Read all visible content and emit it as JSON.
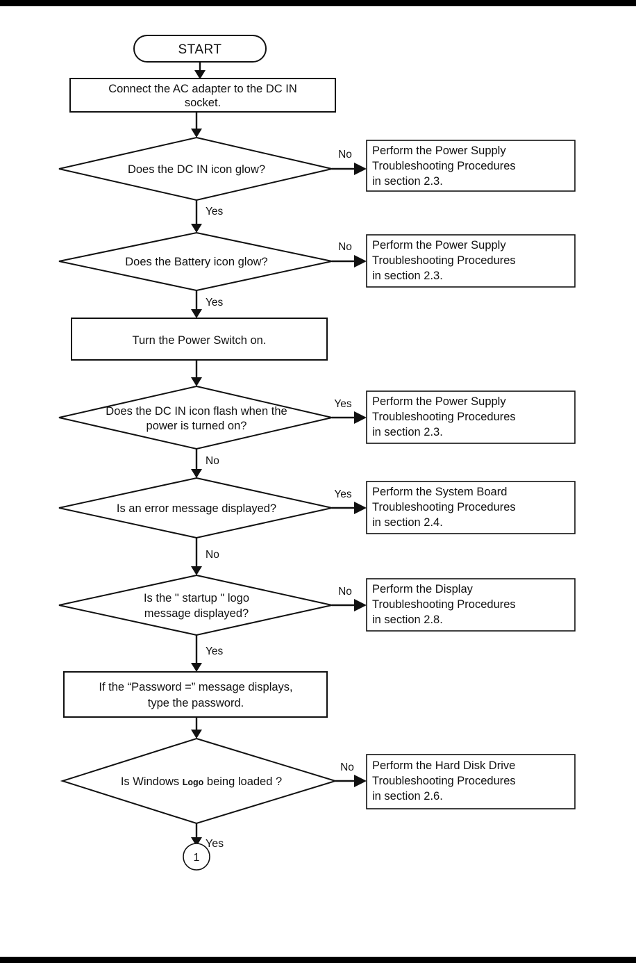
{
  "document": {
    "type": "troubleshooting-flowchart",
    "title": "Power Supply / Startup Troubleshooting Flowchart"
  },
  "nodes": {
    "start": {
      "label": "START",
      "shape": "terminator"
    },
    "connect_ac": {
      "line1": "Connect the AC adapter to the DC IN",
      "line2": "socket.",
      "shape": "process"
    },
    "dc_in_glow": {
      "line1": "Does the DC IN icon glow?",
      "line2": "",
      "shape": "decision"
    },
    "battery_glow": {
      "line1": "Does the Battery icon glow?",
      "line2": "",
      "shape": "decision"
    },
    "power_switch": {
      "line1": "Turn the Power Switch on.",
      "line2": "",
      "shape": "process"
    },
    "dc_in_flash": {
      "line1": "Does the DC IN icon flash when the",
      "line2": "power is turned on?",
      "shape": "decision"
    },
    "error_message": {
      "line1": "Is an error message displayed?",
      "line2": "",
      "shape": "decision"
    },
    "startup_logo": {
      "line1": "Is the \" startup \" logo",
      "line2": "message displayed?",
      "shape": "decision"
    },
    "password": {
      "line1": "If the “Password =” message displays,",
      "line2": "type the password.",
      "shape": "process"
    },
    "windows_logo": {
      "prefix": "Is Windows ",
      "emphasis": "Logo",
      "suffix": " being loaded  ?",
      "shape": "decision"
    },
    "connector_one": {
      "label": "1",
      "shape": "connector"
    }
  },
  "action_boxes": [
    {
      "id": "power-supply-1",
      "line1": "Perform the Power Supply",
      "line2": "Troubleshooting Procedures",
      "line3": "in section 2.3."
    },
    {
      "id": "power-supply-2",
      "line1": "Perform the Power Supply",
      "line2": "Troubleshooting Procedures",
      "line3": "in section 2.3."
    },
    {
      "id": "power-supply-3",
      "line1": "Perform the Power Supply",
      "line2": "Troubleshooting Procedures",
      "line3": "in section 2.3."
    },
    {
      "id": "system-board",
      "line1": "Perform the System Board",
      "line2": "Troubleshooting Procedures",
      "line3": "in section 2.4."
    },
    {
      "id": "display",
      "line1": "Perform the Display",
      "line2": "Troubleshooting Procedures",
      "line3": "in section 2.8."
    },
    {
      "id": "hard-disk-drive",
      "line1": "Perform the Hard Disk Drive",
      "line2": "Troubleshooting Procedures",
      "line3": "in section 2.6."
    }
  ],
  "branch_labels": {
    "dc_in_glow_no": "No",
    "dc_in_glow_yes": "Yes",
    "battery_glow_no": "No",
    "battery_glow_yes": "Yes",
    "dc_in_flash_yes": "Yes",
    "dc_in_flash_no": "No",
    "error_message_yes": "Yes",
    "error_message_no": "No",
    "startup_logo_no": "No",
    "startup_logo_yes": "Yes",
    "windows_logo_no": "No",
    "windows_logo_yes": "Yes"
  },
  "colors": {
    "stroke": "#111111",
    "fill": "#ffffff",
    "background": "#ffffff",
    "edge_bar": "#000000"
  }
}
